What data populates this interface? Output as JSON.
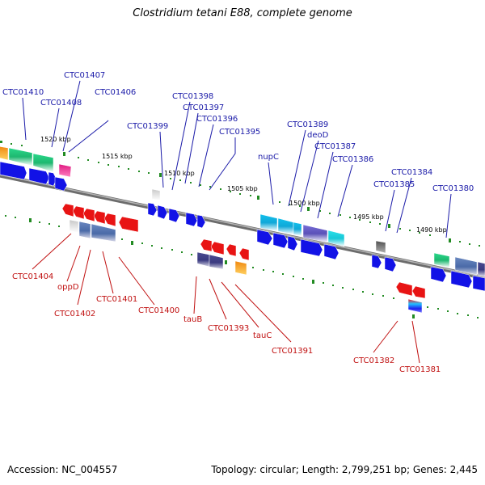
{
  "title": "Clostridium tetani E88, complete genome",
  "footer": {
    "accession": "Accession: NC_004557",
    "topology": "Topology: circular; Length: 2,799,251 bp; Genes: 2,445"
  },
  "colors": {
    "forward_gene": "#1010e8",
    "reverse_gene": "#e81010",
    "forward_label": "#1a1aa8",
    "reverse_label": "#c01010",
    "backbone": "#808080",
    "tick": "#228b22"
  },
  "ruler_labels": [
    "1520 kbp",
    "1515 kbp",
    "1510 kbp",
    "1505 kbp",
    "1500 kbp",
    "1495 kbp",
    "1490 kbp"
  ],
  "forward_labels": [
    "CTC01410",
    "CTC01408",
    "CTC01407",
    "CTC01406",
    "CTC01399",
    "CTC01398",
    "CTC01397",
    "CTC01396",
    "CTC01395",
    "nupC",
    "CTC01389",
    "deoD",
    "CTC01387",
    "CTC01386",
    "CTC01385",
    "CTC01384",
    "CTC01380"
  ],
  "reverse_labels": [
    "CTC01404",
    "oppD",
    "CTC01402",
    "CTC01401",
    "CTC01400",
    "tauB",
    "CTC01393",
    "tauC",
    "CTC01391",
    "CTC01382",
    "CTC01381"
  ]
}
